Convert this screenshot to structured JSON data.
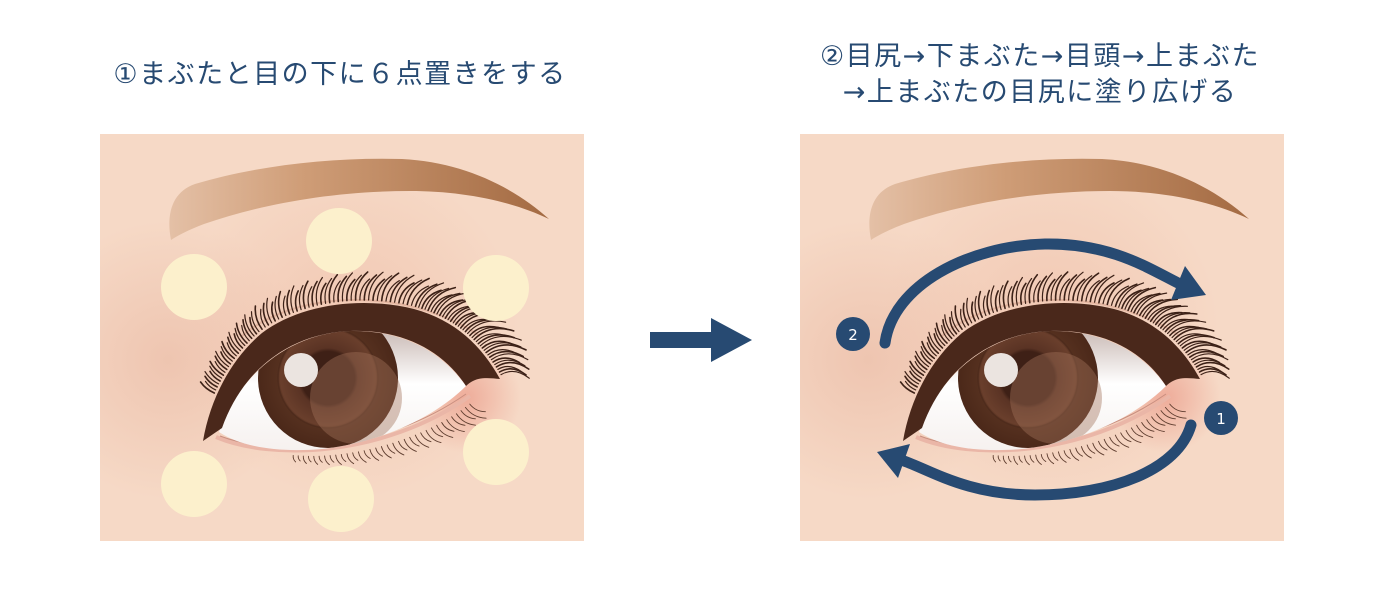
{
  "step1": {
    "title": "①まぶたと目の下に６点置きをする"
  },
  "step2": {
    "title_line1": "②目尻→下まぶた→目頭→上まぶた",
    "title_line2": "→上まぶたの目尻に塗り広げる",
    "markers": {
      "first": "1",
      "second": "2"
    }
  },
  "icons": {
    "transition": "arrow-right-icon",
    "stroke_upper": "curved-arrow-right-icon",
    "stroke_lower": "curved-arrow-left-icon"
  },
  "colors": {
    "accent": "#274a72",
    "skin": "#f6d9c6",
    "dot": "#fcf0cc"
  }
}
